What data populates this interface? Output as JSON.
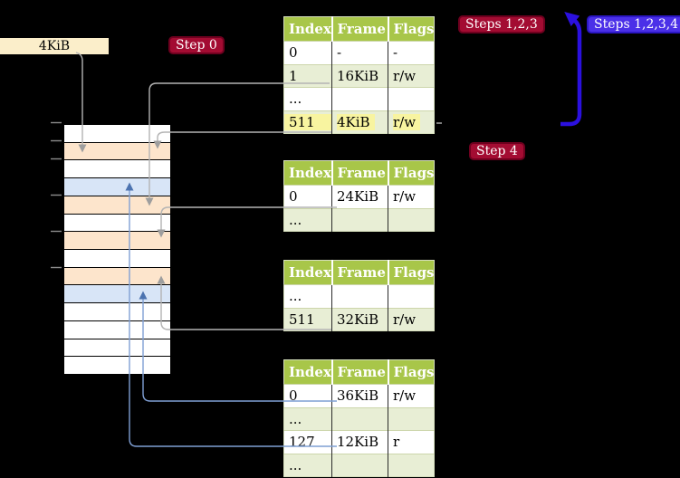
{
  "size_label": "4KiB",
  "badges": {
    "step0": "Step 0",
    "steps123": "Steps 1,2,3",
    "steps1234": "Steps 1,2,3,4",
    "step4": "Step 4"
  },
  "page_tables": [
    {
      "level": "level-4",
      "headers": [
        "Index",
        "Frame",
        "Flags"
      ],
      "rows": [
        {
          "cells": [
            "0",
            "-",
            "-"
          ]
        },
        {
          "cells": [
            "1",
            "16KiB",
            "r/w"
          ]
        },
        {
          "cells": [
            "...",
            "",
            ""
          ]
        },
        {
          "cells": [
            "511",
            "4KiB",
            "r/w"
          ],
          "highlighted": true
        }
      ]
    },
    {
      "level": "level-3",
      "headers": [
        "Index",
        "Frame",
        "Flags"
      ],
      "rows": [
        {
          "cells": [
            "0",
            "24KiB",
            "r/w"
          ]
        },
        {
          "cells": [
            "...",
            "",
            ""
          ]
        }
      ]
    },
    {
      "level": "level-2",
      "headers": [
        "Index",
        "Frame",
        "Flags"
      ],
      "rows": [
        {
          "cells": [
            "...",
            "",
            ""
          ]
        },
        {
          "cells": [
            "511",
            "32KiB",
            "r/w"
          ]
        }
      ]
    },
    {
      "level": "level-1",
      "headers": [
        "Index",
        "Frame",
        "Flags"
      ],
      "rows": [
        {
          "cells": [
            "0",
            "36KiB",
            "r/w"
          ]
        },
        {
          "cells": [
            "...",
            "",
            ""
          ]
        },
        {
          "cells": [
            "127",
            "12KiB",
            "r"
          ]
        },
        {
          "cells": [
            "...",
            "",
            ""
          ]
        }
      ]
    }
  ],
  "memory": {
    "rows": [
      {
        "type": "free"
      },
      {
        "type": "page_table"
      },
      {
        "type": "free"
      },
      {
        "type": "page"
      },
      {
        "type": "page_table"
      },
      {
        "type": "free"
      },
      {
        "type": "page_table"
      },
      {
        "type": "free"
      },
      {
        "type": "page_table"
      },
      {
        "type": "page"
      },
      {
        "type": "free"
      },
      {
        "type": "free"
      },
      {
        "type": "free"
      },
      {
        "type": "free"
      }
    ],
    "tick_ys": [
      135.5,
      155.5,
      175.5,
      215.5,
      255.5,
      295.5
    ]
  },
  "colors": {
    "background": "#000000",
    "table_header_green": "#a8c649",
    "table_row_shade": "#e8eed5",
    "highlight_yellow": "#f8f4a0",
    "frame_free": "#ffffff",
    "frame_page_table": "#fde5cc",
    "frame_mapped_page": "#d8e5f7",
    "label_cream": "#fbeeca",
    "badge_red": "#a30c32",
    "badge_blue": "#4b30e8",
    "thick_arrow_blue": "#2b10df",
    "thin_arrow_steel": "#7f9fd4",
    "connector_gray": "#b4b4b4"
  }
}
